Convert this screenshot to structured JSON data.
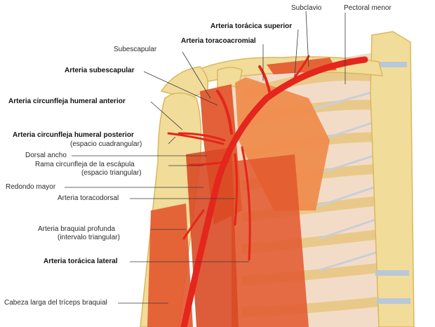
{
  "colors": {
    "bone": "#f1dc9a",
    "bone_shadow": "#d9b85c",
    "cartilage": "#f3dcc7",
    "muscle": "#e2572d",
    "muscle_light": "#f08a4a",
    "artery": "#e4261c",
    "intercostal": "#c9ced8",
    "leader": "#3a3a3a"
  },
  "labels": {
    "subclavio": "Subclavio",
    "pectoral_menor": "Pectoral menor",
    "arteria_toracica_superior": "Arteria torácica superior",
    "arteria_toracoacromial": "Arteria toracoacromial",
    "subescapular": "Subescapular",
    "arteria_subescapular": "Arteria subescapular",
    "arteria_circunfleja_humeral_anterior": "Arteria circunfleja humeral anterior",
    "arteria_circunfleja_humeral_posterior": "Arteria circunfleja humeral posterior",
    "espacio_cuadrangular": "(espacio cuadrangular)",
    "dorsal_ancho": "Dorsal ancho",
    "rama_circunfleja_escapula": "Rama circunfleja de la escápula",
    "espacio_triangular": "(espacio triangular)",
    "redondo_mayor": "Redondo mayor",
    "arteria_toracodorsal": "Arteria toracodorsal",
    "arteria_braquial_profunda": "Arteria braquial profunda",
    "intervalo_triangular": "(intervalo triangular)",
    "arteria_toracica_lateral": "Arteria torácica lateral",
    "cabeza_larga_triceps": "Cabeza larga del tríceps braquial"
  }
}
